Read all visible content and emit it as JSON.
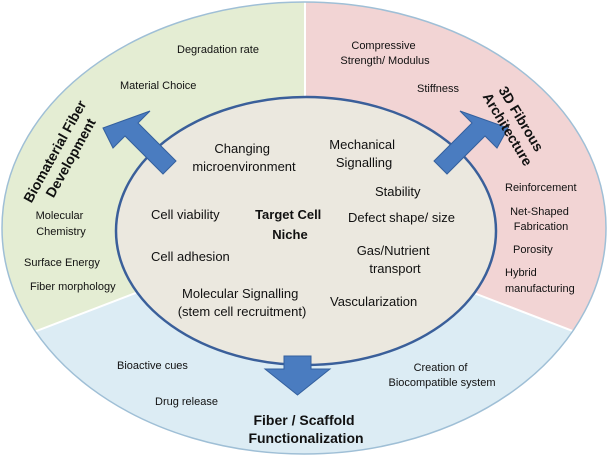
{
  "sections": {
    "biomaterial": {
      "title_lines": [
        "Biomaterial Fiber",
        "Development"
      ],
      "items": [
        "Degradation rate",
        "Material Choice",
        "Molecular Chemistry",
        "Surface Energy",
        "Fiber morphology"
      ],
      "molecular_lines": [
        "Molecular",
        "Chemistry"
      ],
      "fill": "#e4edd3"
    },
    "architecture": {
      "title_lines": [
        "3D Fibrous",
        "Architecture"
      ],
      "compressive_lines": [
        "Compressive",
        "Strength/ Modulus"
      ],
      "stiffness": "Stiffness",
      "reinforcement": "Reinforcement",
      "netshaped_lines": [
        "Net-Shaped",
        "Fabrication"
      ],
      "porosity": "Porosity",
      "hybrid_lines": [
        "Hybrid",
        "manufacturing"
      ],
      "fill": "#f2d4d4"
    },
    "functionalization": {
      "title_lines": [
        "Fiber / Scaffold",
        "Functionalization"
      ],
      "bioactive": "Bioactive cues",
      "drug": "Drug release",
      "creation_lines": [
        "Creation of",
        "Biocompatible system"
      ],
      "fill": "#dcecf4"
    }
  },
  "center": {
    "title_lines": [
      "Target Cell",
      "Niche"
    ],
    "changing_lines": [
      "Changing",
      "microenvironment"
    ],
    "mechanical_lines": [
      "Mechanical",
      "Signalling"
    ],
    "stability": "Stability",
    "defect": "Defect shape/ size",
    "viability": "Cell viability",
    "adhesion": "Cell adhesion",
    "gas_lines": [
      "Gas/Nutrient",
      "transport"
    ],
    "molecular_lines": [
      "Molecular Signalling",
      "(stem cell recruitment)"
    ],
    "vascularization": "Vascularization",
    "fill": "#ebe8df",
    "border": "#3a5f9a"
  },
  "colors": {
    "arrow": "#4a7cc0",
    "arrow_border": "#34609e",
    "outer_border": "#9fbfd6"
  }
}
